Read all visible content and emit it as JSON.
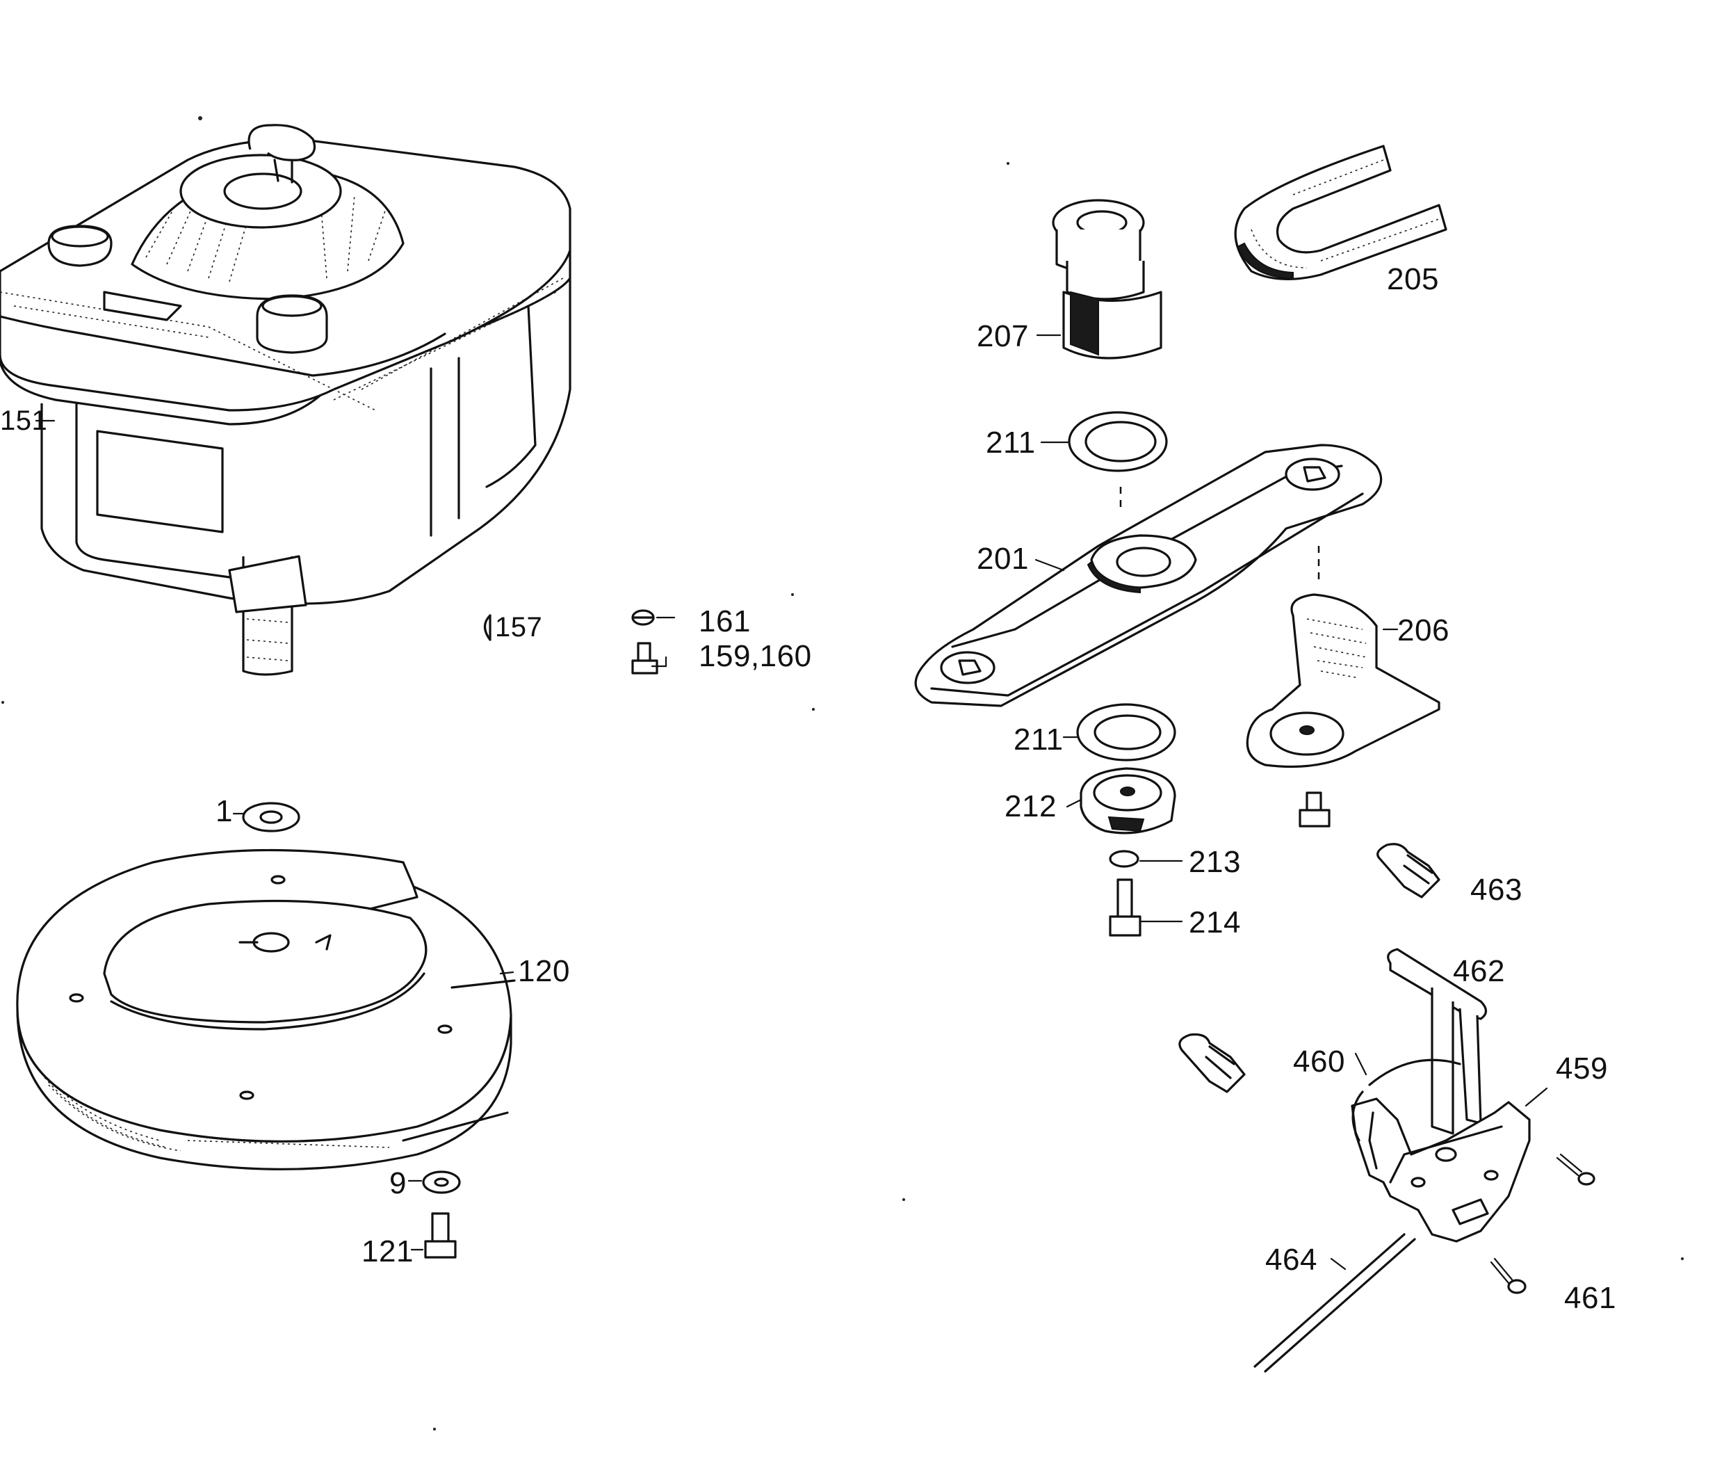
{
  "callouts": {
    "c151": "151",
    "c157": "157",
    "c161": "161",
    "c159_160": "159,160",
    "c1": "1",
    "c120": "120",
    "c9": "9",
    "c121": "121",
    "c207": "207",
    "c205": "205",
    "c211a": "211",
    "c201": "201",
    "c206": "206",
    "c211b": "211",
    "c212": "212",
    "c213": "213",
    "c214": "214",
    "c463": "463",
    "c462": "462",
    "c460": "460",
    "c459": "459",
    "c464": "464",
    "c461": "461"
  }
}
